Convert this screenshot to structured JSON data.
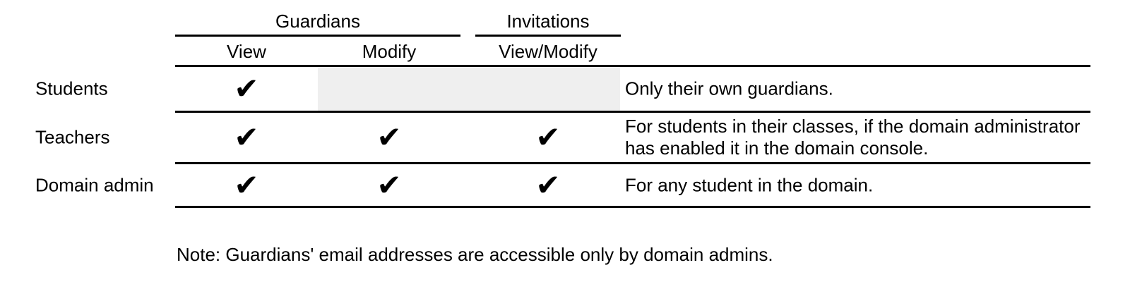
{
  "colors": {
    "background": "#ffffff",
    "text": "#000000",
    "grid-line": "#000000",
    "disabled-cell": "#efefef"
  },
  "table": {
    "groups": [
      {
        "label": "Guardians"
      },
      {
        "label": "Invitations"
      }
    ],
    "columns": [
      {
        "label": "View"
      },
      {
        "label": "Modify"
      },
      {
        "label": "View/Modify"
      }
    ],
    "check_glyph": "✔",
    "rows": [
      {
        "label": "Students",
        "cells": [
          "✔",
          "",
          ""
        ],
        "note": "Only their own guardians."
      },
      {
        "label": "Teachers",
        "cells": [
          "✔",
          "✔",
          "✔"
        ],
        "note": "For students in their classes, if the domain administrator has enabled it in the domain console."
      },
      {
        "label": "Domain admin",
        "cells": [
          "✔",
          "✔",
          "✔"
        ],
        "note": "For any student in the domain."
      }
    ]
  },
  "footnote": "Note: Guardians' email addresses are accessible only by domain admins."
}
